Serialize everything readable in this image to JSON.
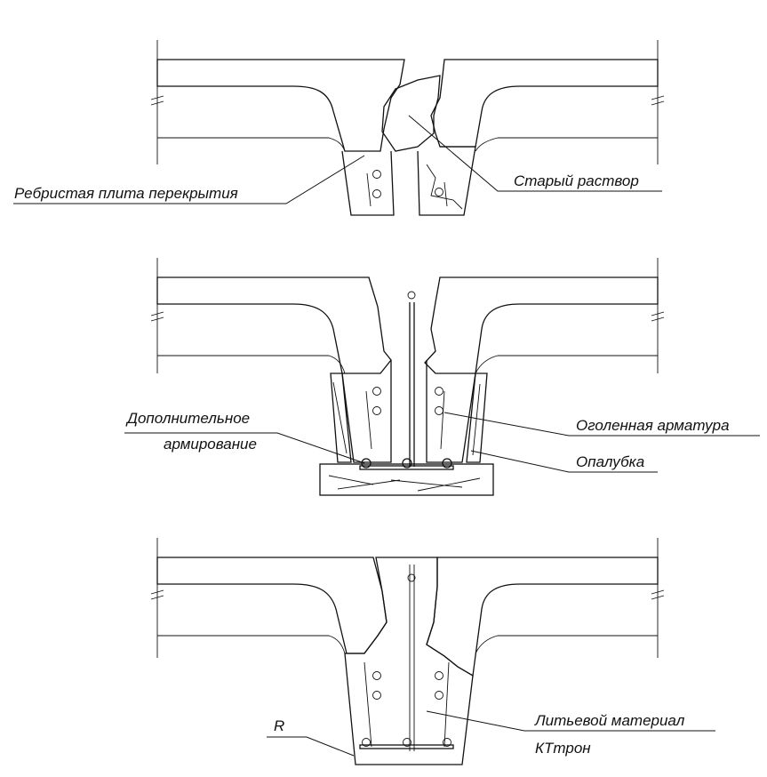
{
  "colors": {
    "line": "#111111",
    "background": "#ffffff",
    "fill_dots": "#222222"
  },
  "labels": {
    "ribbed_slab": "Ребристая плита перекрытия",
    "old_mortar": "Старый раствор",
    "additional_reinforcement_1": "Дополнительное",
    "additional_reinforcement_2": "армирование",
    "exposed_rebar": "Оголенная арматура",
    "formwork": "Опалубка",
    "radius": "R",
    "cast_material_1": "Литьевой материал",
    "cast_material_2": "КТтрон"
  }
}
